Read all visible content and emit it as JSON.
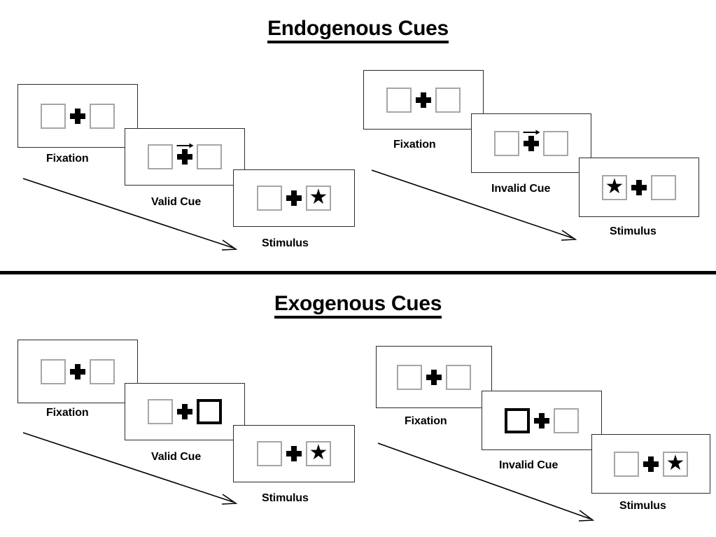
{
  "sections": [
    {
      "id": "endogenous",
      "title": "Endogenous Cues",
      "trials": [
        {
          "id": "endogenous-valid",
          "cue_type": "arrow",
          "frames": [
            {
              "label": "Fixation",
              "cue_side": "none",
              "arrow": false,
              "target_side": "none"
            },
            {
              "label": "Valid Cue",
              "cue_side": "right",
              "arrow": true,
              "target_side": "none"
            },
            {
              "label": "Stimulus",
              "cue_side": "none",
              "arrow": false,
              "target_side": "right"
            }
          ]
        },
        {
          "id": "endogenous-invalid",
          "cue_type": "arrow",
          "frames": [
            {
              "label": "Fixation",
              "cue_side": "none",
              "arrow": false,
              "target_side": "none"
            },
            {
              "label": "Invalid Cue",
              "cue_side": "right",
              "arrow": true,
              "target_side": "none"
            },
            {
              "label": "Stimulus",
              "cue_side": "none",
              "arrow": false,
              "target_side": "left"
            }
          ]
        }
      ]
    },
    {
      "id": "exogenous",
      "title": "Exogenous Cues",
      "trials": [
        {
          "id": "exogenous-valid",
          "cue_type": "box-highlight",
          "frames": [
            {
              "label": "Fixation",
              "cue_side": "none",
              "arrow": false,
              "target_side": "none"
            },
            {
              "label": "Valid Cue",
              "cue_side": "right",
              "arrow": false,
              "target_side": "none"
            },
            {
              "label": "Stimulus",
              "cue_side": "none",
              "arrow": false,
              "target_side": "right"
            }
          ]
        },
        {
          "id": "exogenous-invalid",
          "cue_type": "box-highlight",
          "frames": [
            {
              "label": "Fixation",
              "cue_side": "none",
              "arrow": false,
              "target_side": "none"
            },
            {
              "label": "Invalid Cue",
              "cue_side": "left",
              "arrow": false,
              "target_side": "none"
            },
            {
              "label": "Stimulus",
              "cue_side": "none",
              "arrow": false,
              "target_side": "right"
            }
          ]
        }
      ]
    }
  ],
  "glyphs": {
    "target": "★",
    "fixation": "plus-cross",
    "direction_cue": "arrow-right-icon",
    "flow": "arrow-diagonal-icon"
  },
  "colors": {
    "frame_border": "#2b2b2b",
    "box_border": "#a6a6a6",
    "cued_box_border": "#000000",
    "ink": "#000000",
    "background": "#ffffff"
  }
}
